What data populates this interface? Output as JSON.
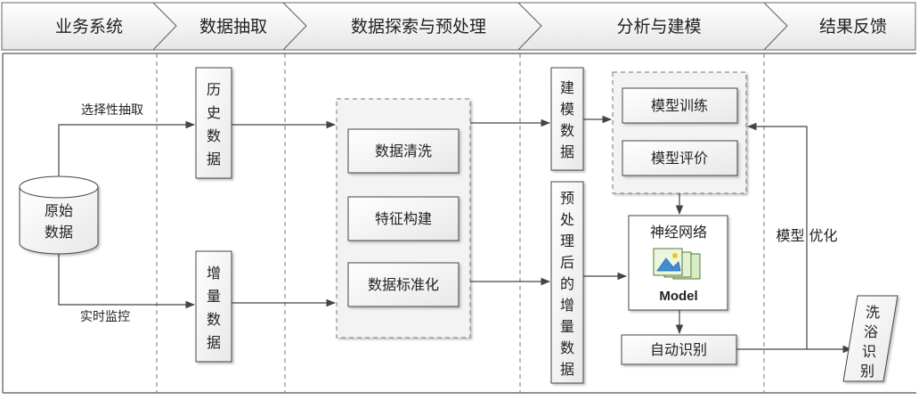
{
  "stages": [
    "业务系统",
    "数据抽取",
    "数据探索与预处理",
    "分析与建模",
    "结果反馈"
  ],
  "source": {
    "line1": "原始",
    "line2": "数据"
  },
  "edge_labels": {
    "selective": "选择性抽取",
    "realtime": "实时监控",
    "feedback": "模型 优化"
  },
  "extract": {
    "history": [
      "历",
      "史",
      "数",
      "据"
    ],
    "incremental": [
      "增",
      "量",
      "数",
      "据"
    ]
  },
  "preprocess": {
    "clean": "数据清洗",
    "feature": "特征构建",
    "normalize": "数据标准化"
  },
  "modeling_data": [
    "建",
    "模",
    "数",
    "据"
  ],
  "processed_incremental": [
    "预",
    "处",
    "理",
    "后",
    "的",
    "增",
    "量",
    "数",
    "据"
  ],
  "model_group": {
    "train": "模型训练",
    "evaluate": "模型评价"
  },
  "network": {
    "title": "神经网络",
    "model_label": "Model"
  },
  "auto_identify": "自动识别",
  "result": [
    "洗",
    "浴",
    "识",
    "别"
  ],
  "colors": {
    "header_fill": "#f2f2f2",
    "box_fill": "#f2f2f2",
    "line": "#444444"
  }
}
